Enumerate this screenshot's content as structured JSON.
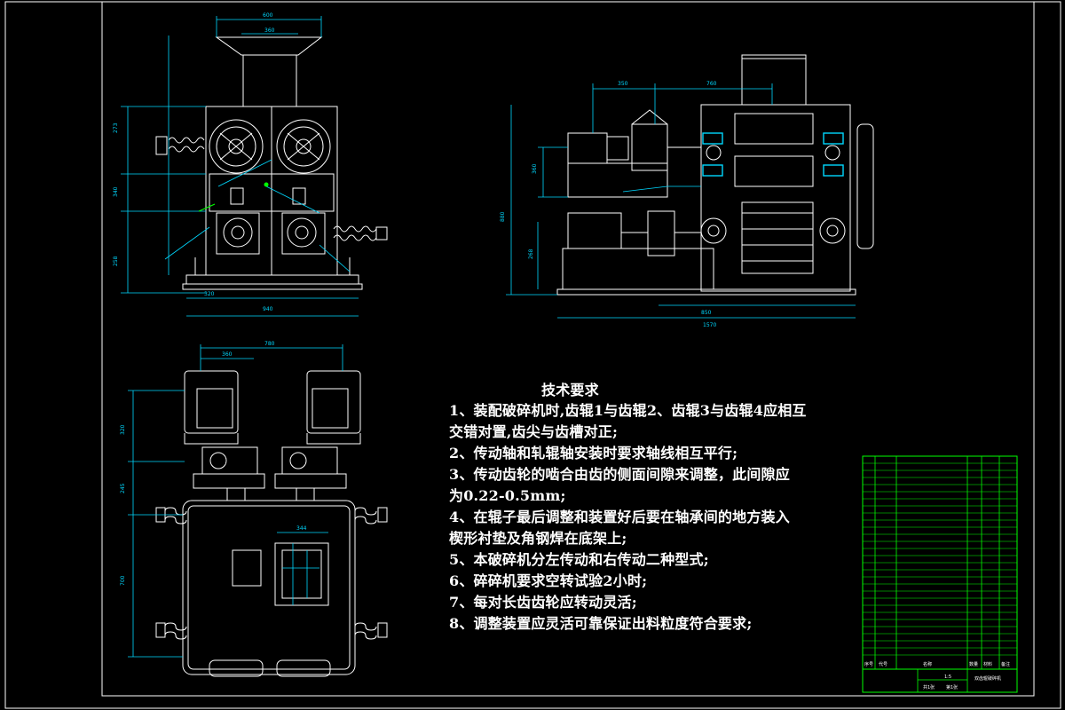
{
  "colors": {
    "background": "#000000",
    "frame": "#ffffff",
    "machine": "#ffffff",
    "dimension": "#00d8ff",
    "accent_green": "#00ff00",
    "highlight": "#ffff00"
  },
  "notes": {
    "title": "技术要求",
    "lines": [
      "1、装配破碎机时,齿辊1与齿辊2、齿辊3与齿辊4应相互",
      "交错对置,齿尖与齿槽对正;",
      "2、传动轴和轧辊轴安装时要求轴线相互平行;",
      "3、传动齿轮的啮合由齿的侧面间隙来调整，此间隙应",
      "为0.22-0.5mm;",
      "4、在辊子最后调整和装置好后要在轴承间的地方装入",
      "楔形衬垫及角钢焊在底架上;",
      "5、本破碎机分左传动和右传动二种型式;",
      "6、碎碎机要求空转试验2小时;",
      "7、每对长齿齿轮应转动灵活;",
      "8、调整装置应灵活可靠保证出料粒度符合要求;"
    ]
  },
  "title_block": {
    "sheet_count": "共1张",
    "sheet_index": "第1张",
    "drawing_name": "双齿辊破碎机",
    "scale": "1:5",
    "header_labels": [
      "序号",
      "代号",
      "名称",
      "数量",
      "材料",
      "备注"
    ]
  }
}
